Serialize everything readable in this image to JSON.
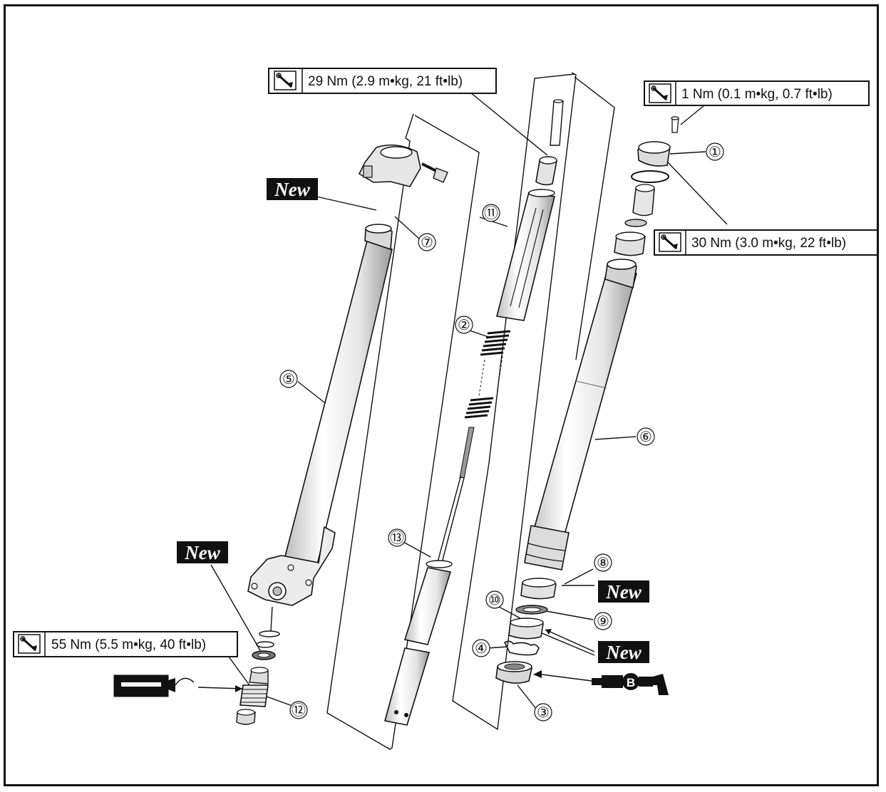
{
  "torque_specs": {
    "t1": "29 Nm (2.9 m•kg, 21 ft•lb)",
    "t2": "1 Nm (0.1 m•kg, 0.7 ft•lb)",
    "t3": "30 Nm (3.0 m•kg, 22 ft•lb)",
    "t4": "55 Nm (5.5 m•kg, 40 ft•lb)"
  },
  "new_label": "New",
  "grease_symbol": "B",
  "callouts": {
    "c1": "①",
    "c2": "②",
    "c3": "③",
    "c4": "④",
    "c5": "⑤",
    "c6": "⑥",
    "c7": "⑦",
    "c8": "⑧",
    "c9": "⑨",
    "c10": "⑩",
    "c11": "⑪",
    "c12": "⑫",
    "c13": "⑬"
  },
  "colors": {
    "ink": "#111111",
    "paper": "#ffffff",
    "tube_shade": "#e8e8e8"
  }
}
